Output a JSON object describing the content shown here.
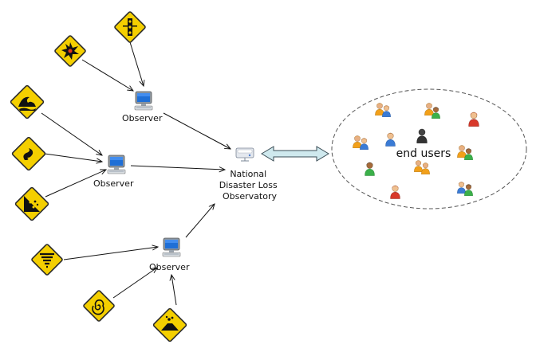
{
  "colors": {
    "sign_fill": "#f4cf00",
    "sign_stroke": "#2b2b2b",
    "double_arrow_fill": "#cfe9ee",
    "double_arrow_stroke": "#3a4c55",
    "cloud_stroke": "#555555"
  },
  "observers": [
    {
      "label": "Observer"
    },
    {
      "label": "Observer"
    },
    {
      "label": "Observer"
    }
  ],
  "hub": {
    "label_lines": [
      "National",
      "Disaster Loss",
      "Observatory"
    ]
  },
  "users_cloud": {
    "label": "end users"
  },
  "hazard_icons": [
    {
      "name": "traffic-light-icon"
    },
    {
      "name": "explosion-icon"
    },
    {
      "name": "tsunami-icon"
    },
    {
      "name": "flood-icon"
    },
    {
      "name": "landslide-icon"
    },
    {
      "name": "tornado-icon"
    },
    {
      "name": "cyclone-icon"
    },
    {
      "name": "volcano-icon"
    }
  ]
}
